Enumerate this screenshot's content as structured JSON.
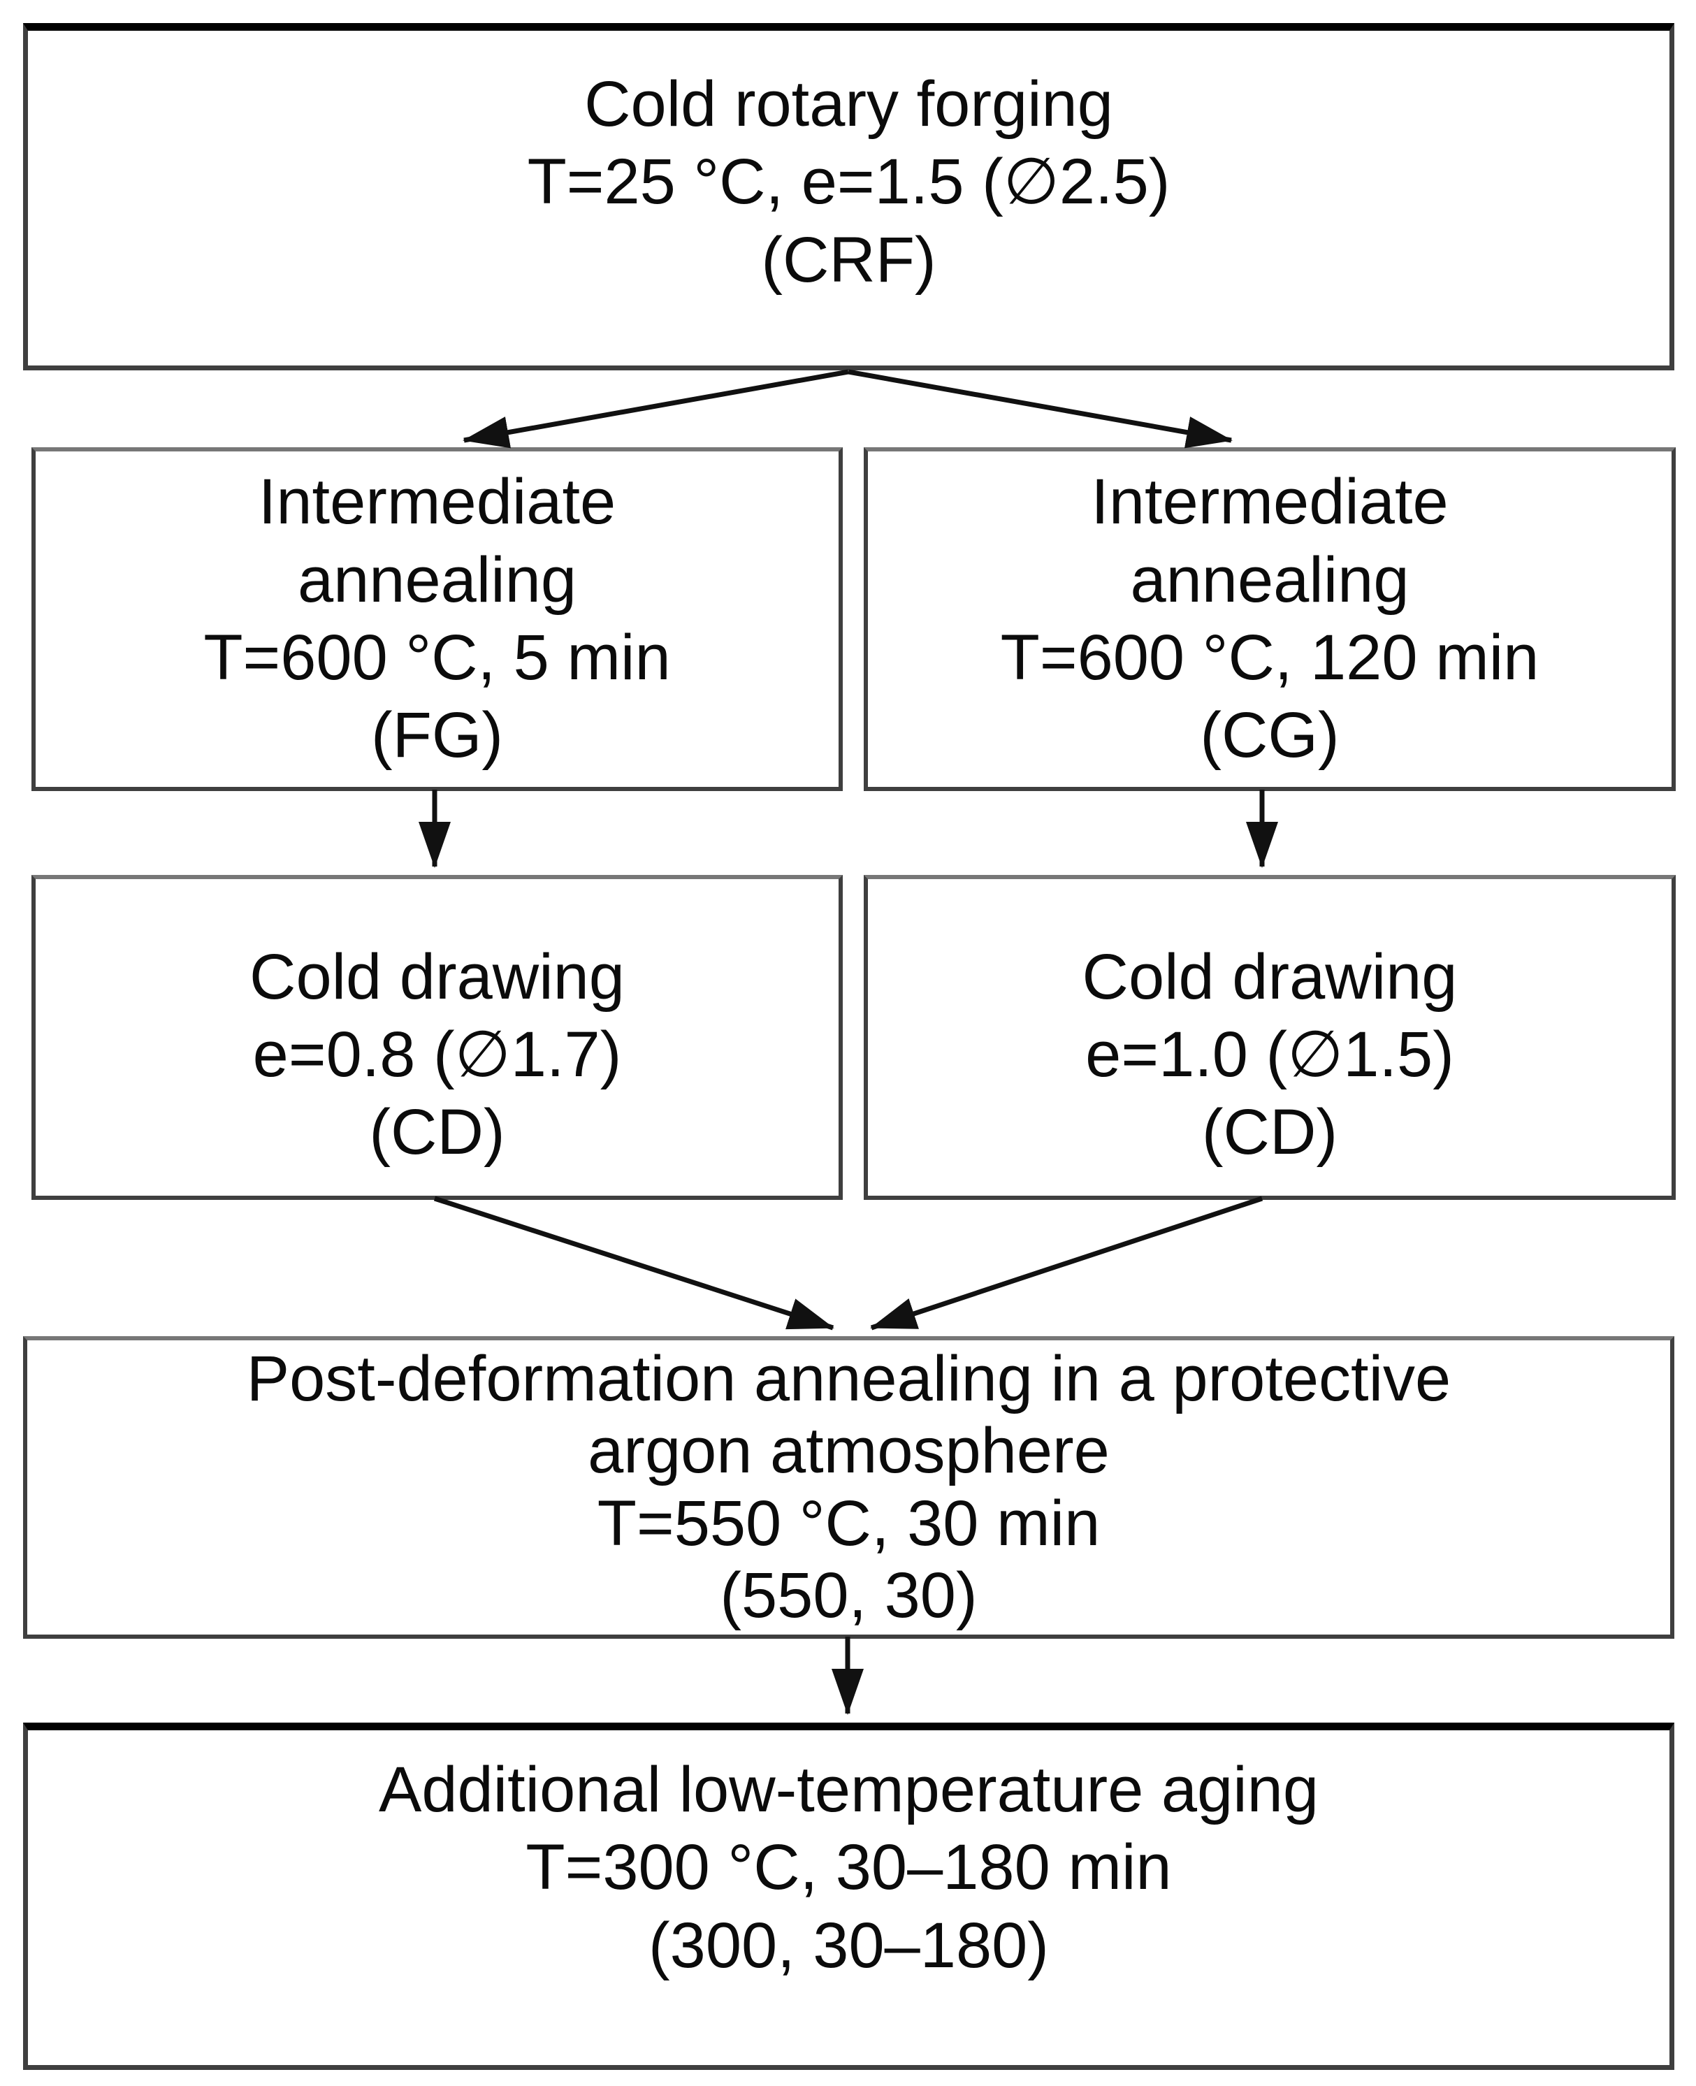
{
  "diagram": {
    "title": "Thermomechanical processing flowchart",
    "colors": {
      "background": "#ffffff",
      "text": "#0b0b0b",
      "box_border": "#3f3f3f",
      "box_border_top": "#777777",
      "arrow": "#111111"
    },
    "boxes": {
      "crf": {
        "lines": [
          "Cold rotary forging",
          "T=25 °C, e=1.5 (∅2.5)",
          "(CRF)"
        ]
      },
      "fg": {
        "lines": [
          "Intermediate",
          "annealing",
          "T=600 °C, 5 min",
          "(FG)"
        ]
      },
      "cg": {
        "lines": [
          "Intermediate",
          "annealing",
          "T=600 °C, 120 min",
          "(CG)"
        ]
      },
      "cd_left": {
        "lines": [
          "Cold drawing",
          "e=0.8 (∅1.7)",
          "(CD)"
        ]
      },
      "cd_right": {
        "lines": [
          "Cold drawing",
          "e=1.0 (∅1.5)",
          "(CD)"
        ]
      },
      "post_deformation": {
        "lines": [
          "Post-deformation annealing in a protective",
          "argon atmosphere",
          "T=550 °C, 30 min",
          "(550, 30)"
        ]
      },
      "aging": {
        "lines": [
          "Additional low-temperature aging",
          "T=300 °C, 30–180 min",
          "(300, 30–180)"
        ]
      }
    }
  }
}
